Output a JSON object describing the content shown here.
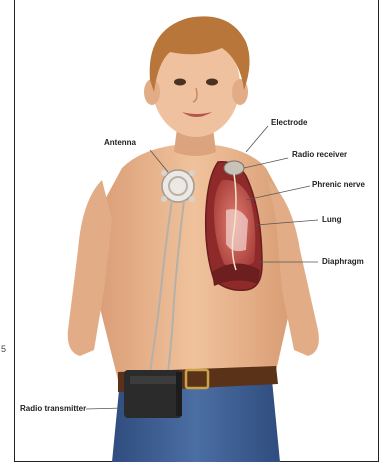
{
  "labels": {
    "antenna": "Antenna",
    "electrode": "Electrode",
    "radio_receiver": "Radio receiver",
    "phrenic_nerve": "Phrenic nerve",
    "lung": "Lung",
    "diaphragm": "Diaphragm",
    "radio_transmitter": "Radio transmitter"
  },
  "edge_mark": "5",
  "colors": {
    "skin": "#e7b48d",
    "hair": "#b8763a",
    "lung": "#c95c55",
    "cavity": "#8e2a2a",
    "pants": "#3f5f91",
    "belt": "#5a3218",
    "device": "#2b2b2b",
    "leader_line": "#555555"
  }
}
